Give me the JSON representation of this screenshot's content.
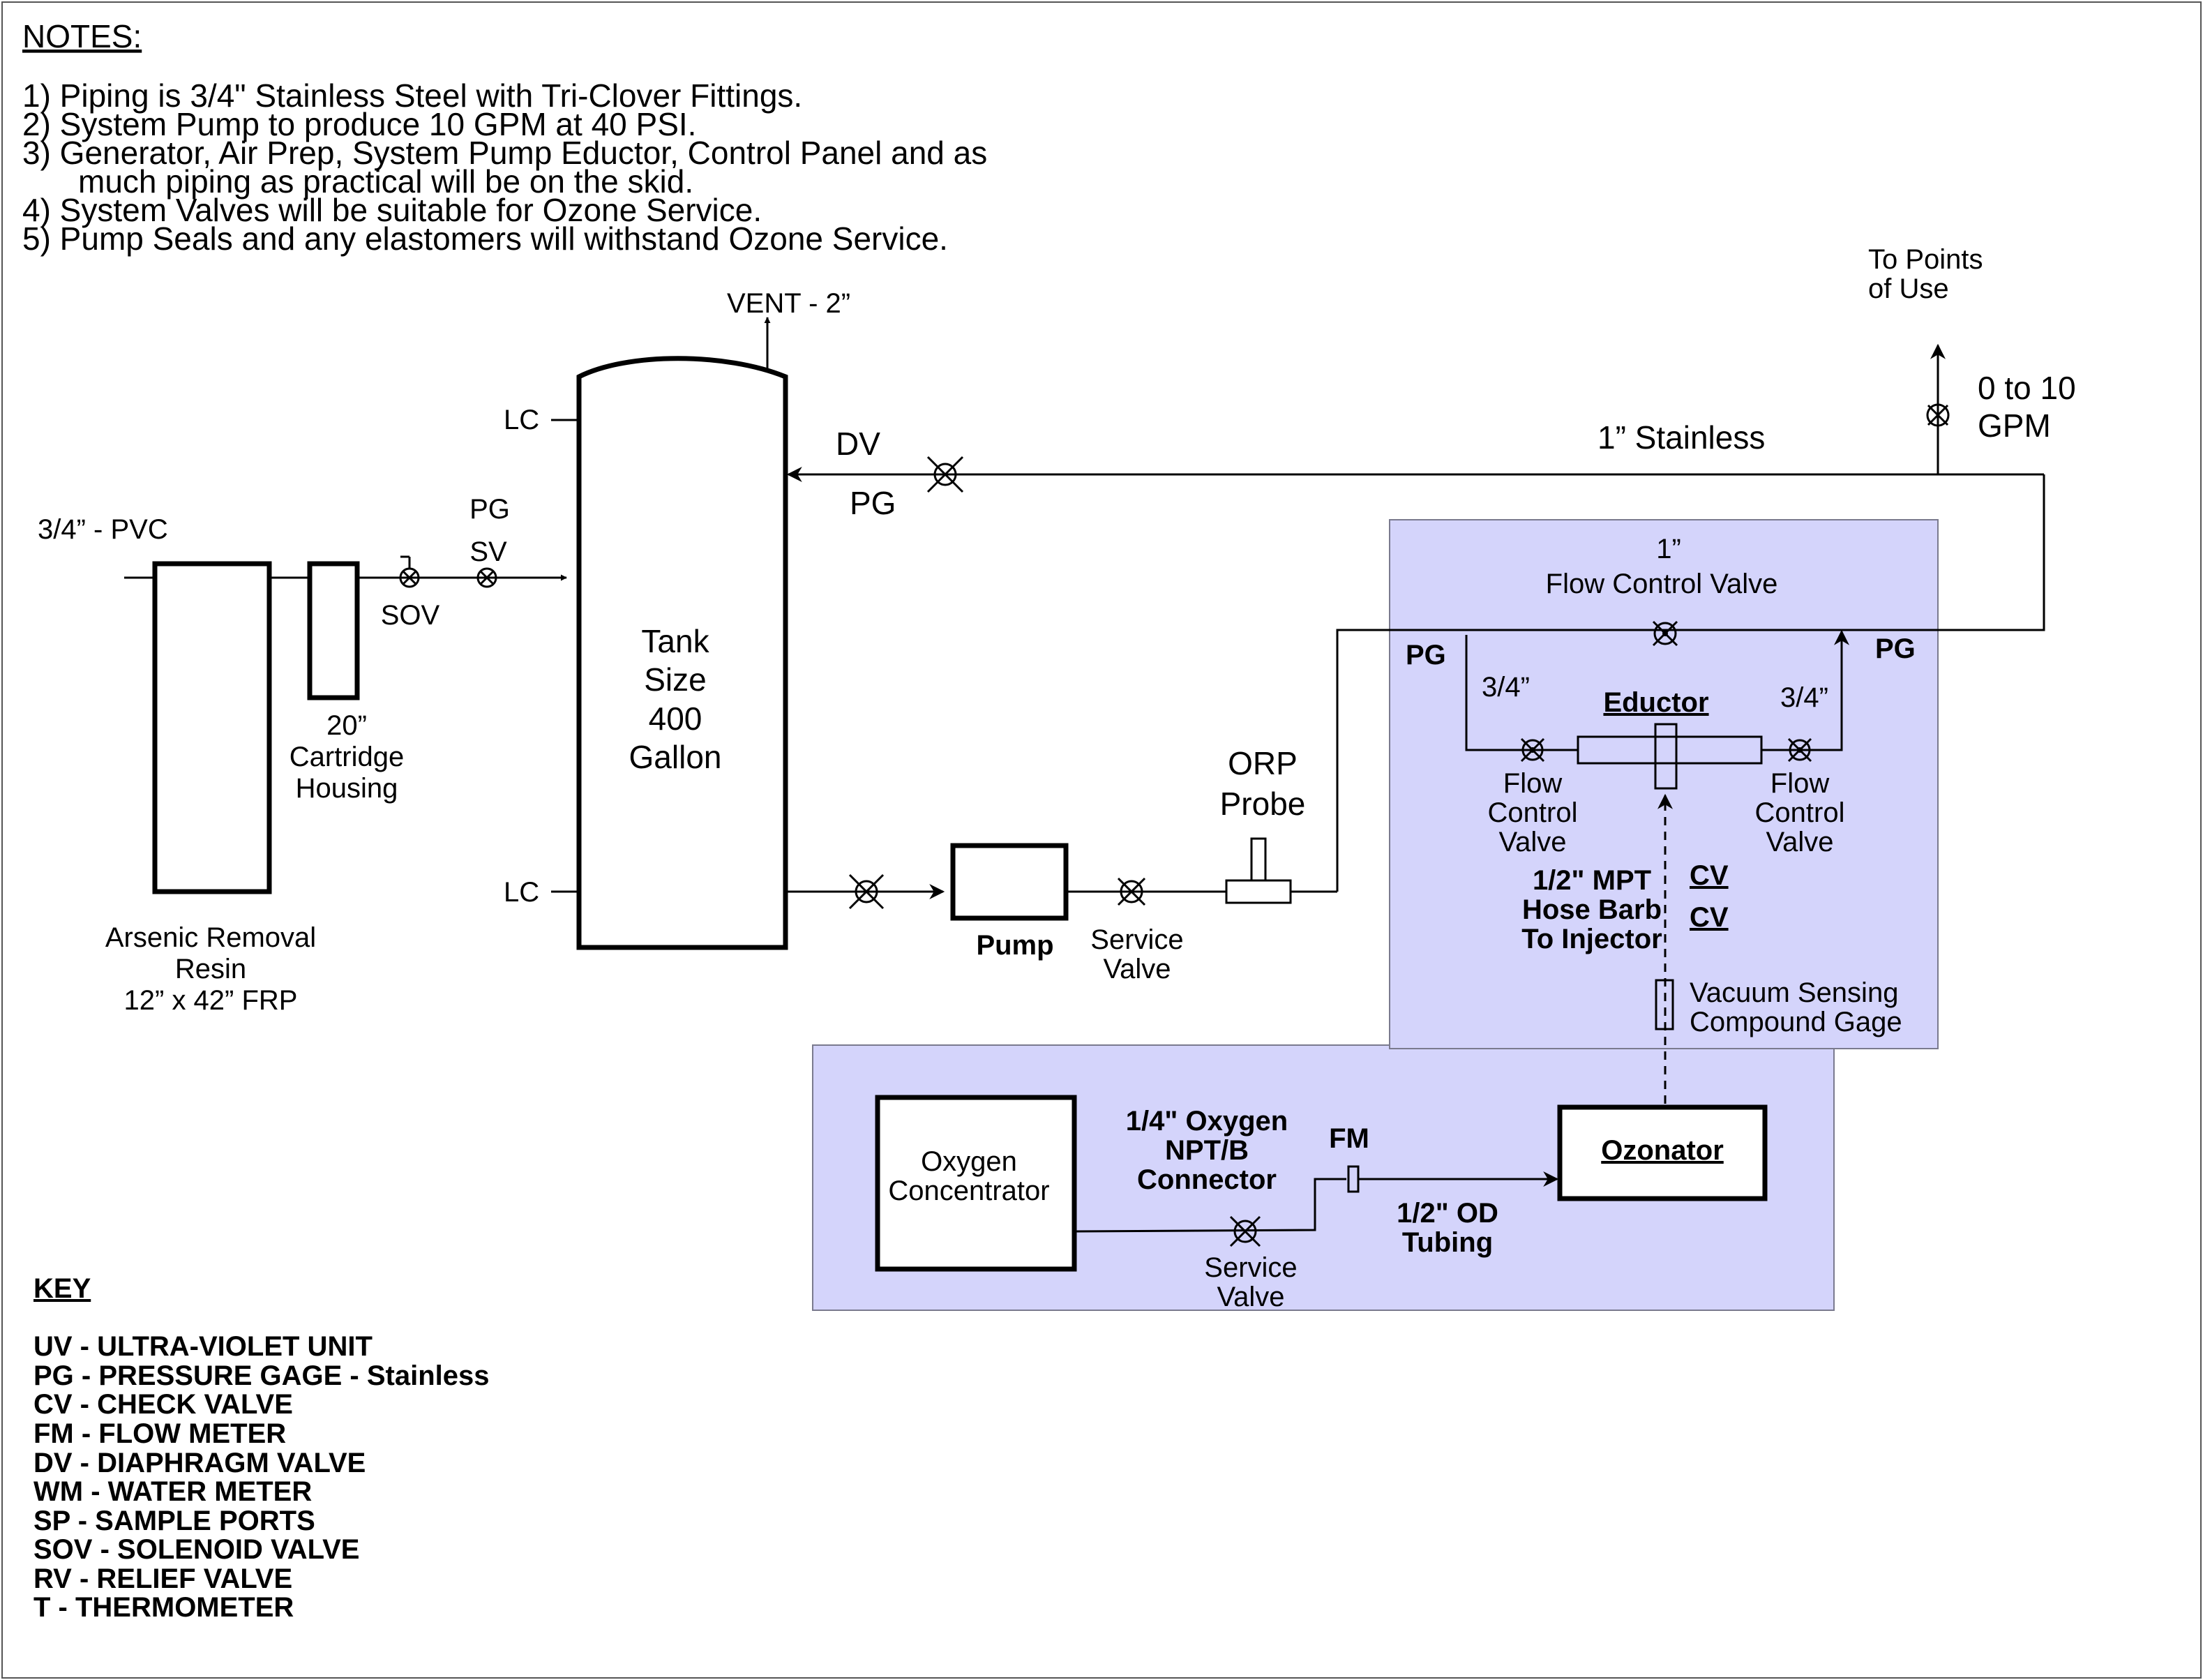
{
  "notes": {
    "heading": "NOTES:",
    "items": [
      "1)  Piping is 3/4\" Stainless Steel with Tri-Clover Fittings.",
      "2)  System Pump to produce 10 GPM at 40 PSI.",
      "3)  Generator, Air Prep, System Pump Eductor, Control Panel and as",
      "much piping as practical will be on the skid.",
      "4)  System Valves will be suitable for Ozone Service.",
      "5)  Pump Seals and any elastomers will withstand Ozone Service."
    ]
  },
  "key": {
    "heading": "KEY",
    "items": [
      "UV - ULTRA-VIOLET UNIT",
      "PG - PRESSURE GAGE  -  Stainless",
      "CV  -  CHECK VALVE",
      "FM - FLOW METER",
      "DV  - DIAPHRAGM VALVE",
      "WM  -  WATER METER",
      "SP  -  SAMPLE PORTS",
      "SOV  -  SOLENOID VALVE",
      "RV  -  RELIEF VALVE",
      "T  -  THERMOMETER"
    ]
  },
  "labels": {
    "inlet_pipe": "3/4” - PVC",
    "resin": [
      "Arsenic Removal",
      "Resin",
      "12” x 42” FRP"
    ],
    "cartridge": [
      "20”",
      "Cartridge",
      "Housing"
    ],
    "sov": "SOV",
    "pg_inlet": "PG",
    "sv_inlet": "SV",
    "vent": "VENT - 2”",
    "lc_top": "LC",
    "lc_bottom": "LC",
    "tank": [
      "Tank",
      "Size",
      "400",
      "Gallon"
    ],
    "dv": "DV",
    "pg_return": "PG",
    "stainless": "1” Stainless",
    "points_of_use": [
      "To Points",
      "of Use"
    ],
    "flow_range": [
      "0 to 10",
      "GPM"
    ],
    "pump": "Pump",
    "service_valve": [
      "Service",
      "Valve"
    ],
    "orp_probe": [
      "ORP",
      "Probe"
    ],
    "flow_control_1in": [
      "1”",
      "Flow Control Valve"
    ],
    "pg_left": "PG",
    "pg_right": "PG",
    "size_left": "3/4”",
    "size_right": "3/4”",
    "eductor": "Eductor",
    "fcv_left": [
      "Flow",
      "Control",
      "Valve"
    ],
    "fcv_right": [
      "Flow",
      "Control",
      "Valve"
    ],
    "hose_barb": [
      "1/2\" MPT",
      "Hose Barb",
      "To Injector"
    ],
    "cv_1": "CV",
    "cv_2": "CV",
    "vacuum_gage": [
      "Vacuum Sensing",
      "Compound Gage"
    ],
    "oxygen_concentrator": [
      "Oxygen",
      "Concentrator"
    ],
    "oxygen_connector": [
      "1/4\" Oxygen",
      "NPT/B",
      "Connector"
    ],
    "fm": "FM",
    "od_tubing": [
      "1/2\" OD",
      "Tubing"
    ],
    "ozonator": "Ozonator",
    "service_valve_2": [
      "Service",
      "Valve"
    ]
  },
  "colors": {
    "skid_zone": "#d4d4fb",
    "line": "#000000"
  }
}
